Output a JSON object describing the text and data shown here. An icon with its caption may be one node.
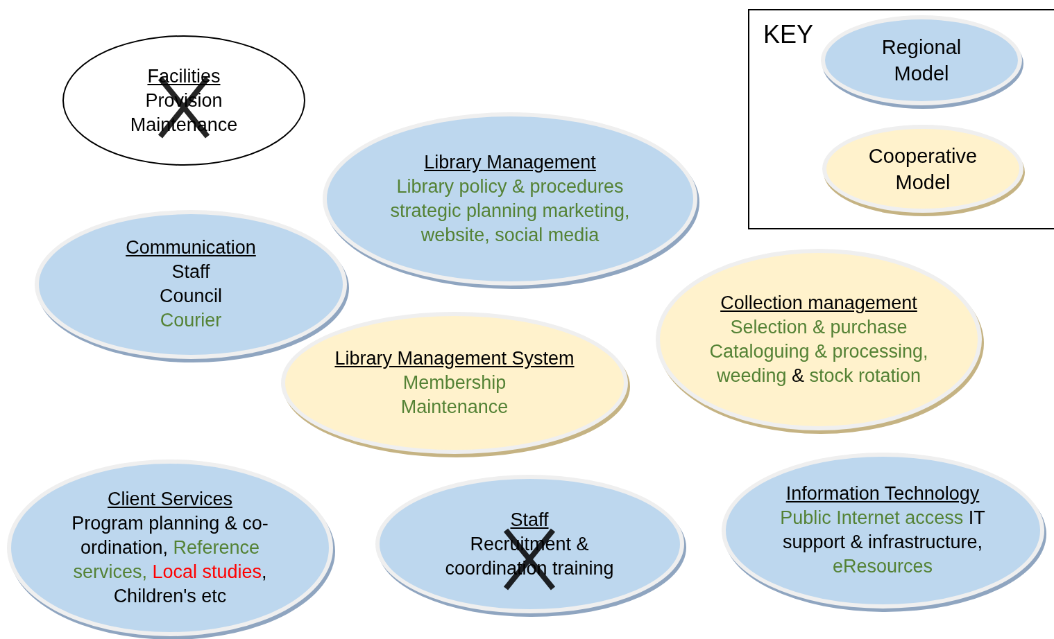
{
  "diagram": {
    "nodes": [
      {
        "text": [
          "Facilities",
          "Provision Maintenance"
        ]
      },
      {
        "text": [
          "Library Management",
          "Library policy & procedures strategic planning marketing, website, social media"
        ]
      },
      {
        "text": [
          "Communication",
          "Staff Council",
          "Courier"
        ]
      },
      {
        "text": [
          "Collection management",
          "Selection & purchase Cataloguing & processing, weeding",
          "&",
          "stock rotation"
        ]
      },
      {
        "text": [
          "Library Management System",
          "Membership Maintenance"
        ]
      },
      {
        "text": [
          "Client Services",
          "Program planning & co-ordination,",
          "Reference services,",
          "Local studies",
          ", Children's etc"
        ]
      },
      {
        "text": [
          "Staff",
          "Recruitment & coordination training"
        ]
      },
      {
        "text": [
          "Information Technology",
          "Public Internet access",
          "IT support & infrastructure,",
          "eResources"
        ]
      }
    ],
    "labels": [
      "KEY"
    ],
    "legend": [
      {
        "text": "Regional Model",
        "color": "#bdd7ee"
      },
      {
        "text": "Cooperative Model",
        "color": "#fff2cc"
      }
    ]
  }
}
